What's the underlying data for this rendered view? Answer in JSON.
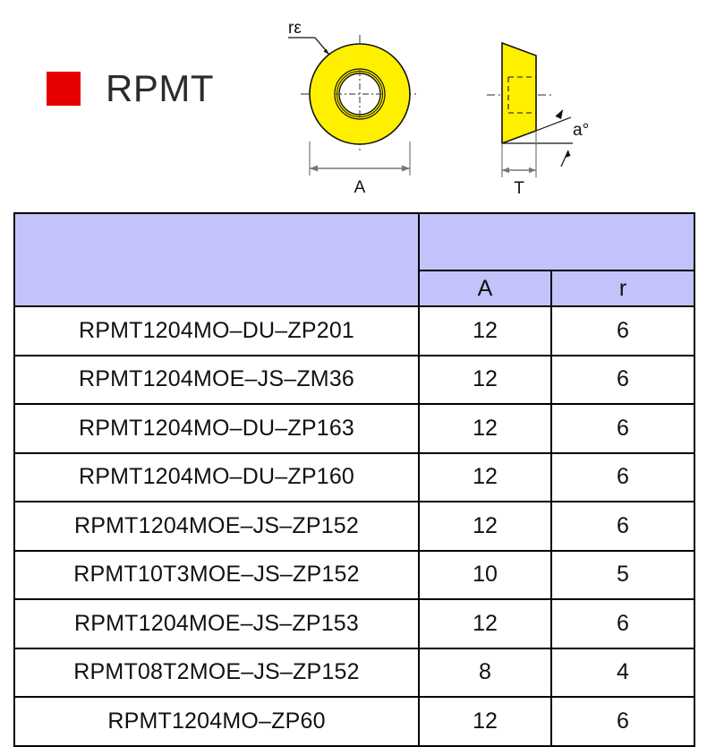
{
  "brand": {
    "swatch_color": "#e60000",
    "series_title": "RPMT"
  },
  "drawings": {
    "top_view": {
      "name": "round-insert-top-view",
      "shape": "circular insert with central bore",
      "body_color": "#fff000",
      "outline_color": "#111111",
      "callout": "rε",
      "dimension_label": "A"
    },
    "side_view": {
      "name": "insert-side-view",
      "shape": "trapezoidal profile with clearance angle",
      "body_color": "#fff000",
      "outline_color": "#111111",
      "angle_label": "a°",
      "dimension_label": "T"
    }
  },
  "table": {
    "header": {
      "designation_blank": "",
      "dimensions_group_blank": "",
      "columns": [
        "A",
        "r"
      ]
    },
    "header_fill": "#c3c3fb",
    "border_color": "#000000",
    "rows": [
      {
        "designation": "RPMT1204MO–DU–ZP201",
        "A": "12",
        "r": "6"
      },
      {
        "designation": "RPMT1204MOE–JS–ZM36",
        "A": "12",
        "r": "6"
      },
      {
        "designation": "RPMT1204MO–DU–ZP163",
        "A": "12",
        "r": "6"
      },
      {
        "designation": "RPMT1204MO–DU–ZP160",
        "A": "12",
        "r": "6"
      },
      {
        "designation": "RPMT1204MOE–JS–ZP152",
        "A": "12",
        "r": "6"
      },
      {
        "designation": "RPMT10T3MOE–JS–ZP152",
        "A": "10",
        "r": "5"
      },
      {
        "designation": "RPMT1204MOE–JS–ZP153",
        "A": "12",
        "r": "6"
      },
      {
        "designation": "RPMT08T2MOE–JS–ZP152",
        "A": "8",
        "r": "4"
      },
      {
        "designation": "RPMT1204MO–ZP60",
        "A": "12",
        "r": "6"
      }
    ]
  }
}
